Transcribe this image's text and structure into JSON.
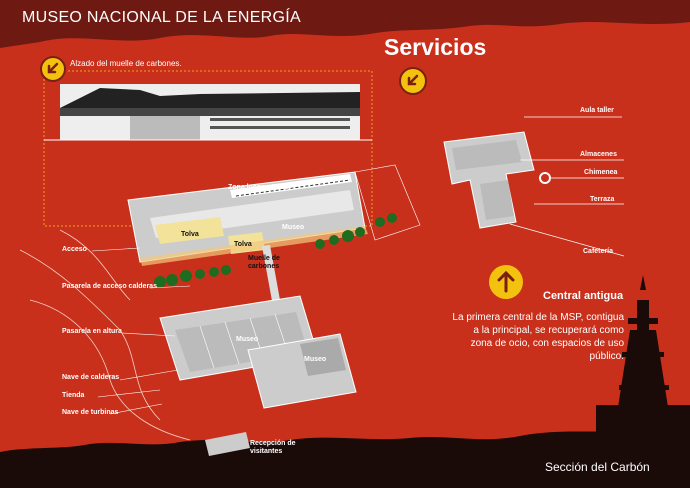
{
  "header": {
    "museum_title": "MUSEO NACIONAL DE LA ENERGÍA",
    "services_title": "Servicios"
  },
  "elevation": {
    "label": "Alzado del muelle de carbones."
  },
  "plan_labels": {
    "zona_locomotoras": "Zona locomotoras",
    "tolva_1": "Tolva",
    "tolva_2": "Tolva",
    "museo_1": "Museo",
    "muelle_carbones": "Muelle de carbones",
    "museo_2": "Museo",
    "museo_3": "Museo",
    "recepcion": "Recepción de visitantes"
  },
  "left_labels": [
    "Acceso",
    "Pasarela de acceso calderas",
    "Pasarela en altura",
    "Nave de calderas",
    "Tienda",
    "Nave de turbinas"
  ],
  "right_labels": [
    "Aula taller",
    "Almacenes",
    "Chimenea",
    "Terraza",
    "Cafetería"
  ],
  "central": {
    "heading": "Central antigua",
    "description": "La primera central de la MSP, contigua a la principal, se recuperará como zona de ocio, con espacios de uso público."
  },
  "footer": {
    "section": "Sección del Carbón"
  },
  "colors": {
    "background": "#c8301c",
    "dark_band": "#6e1a12",
    "accent_yellow": "#f2c20f",
    "dotted_frame": "#f0a020",
    "silhouette": "#1a0a08"
  },
  "icons": [
    "arrow-down-left-icon",
    "arrow-down-left-icon",
    "arrow-up-icon"
  ]
}
